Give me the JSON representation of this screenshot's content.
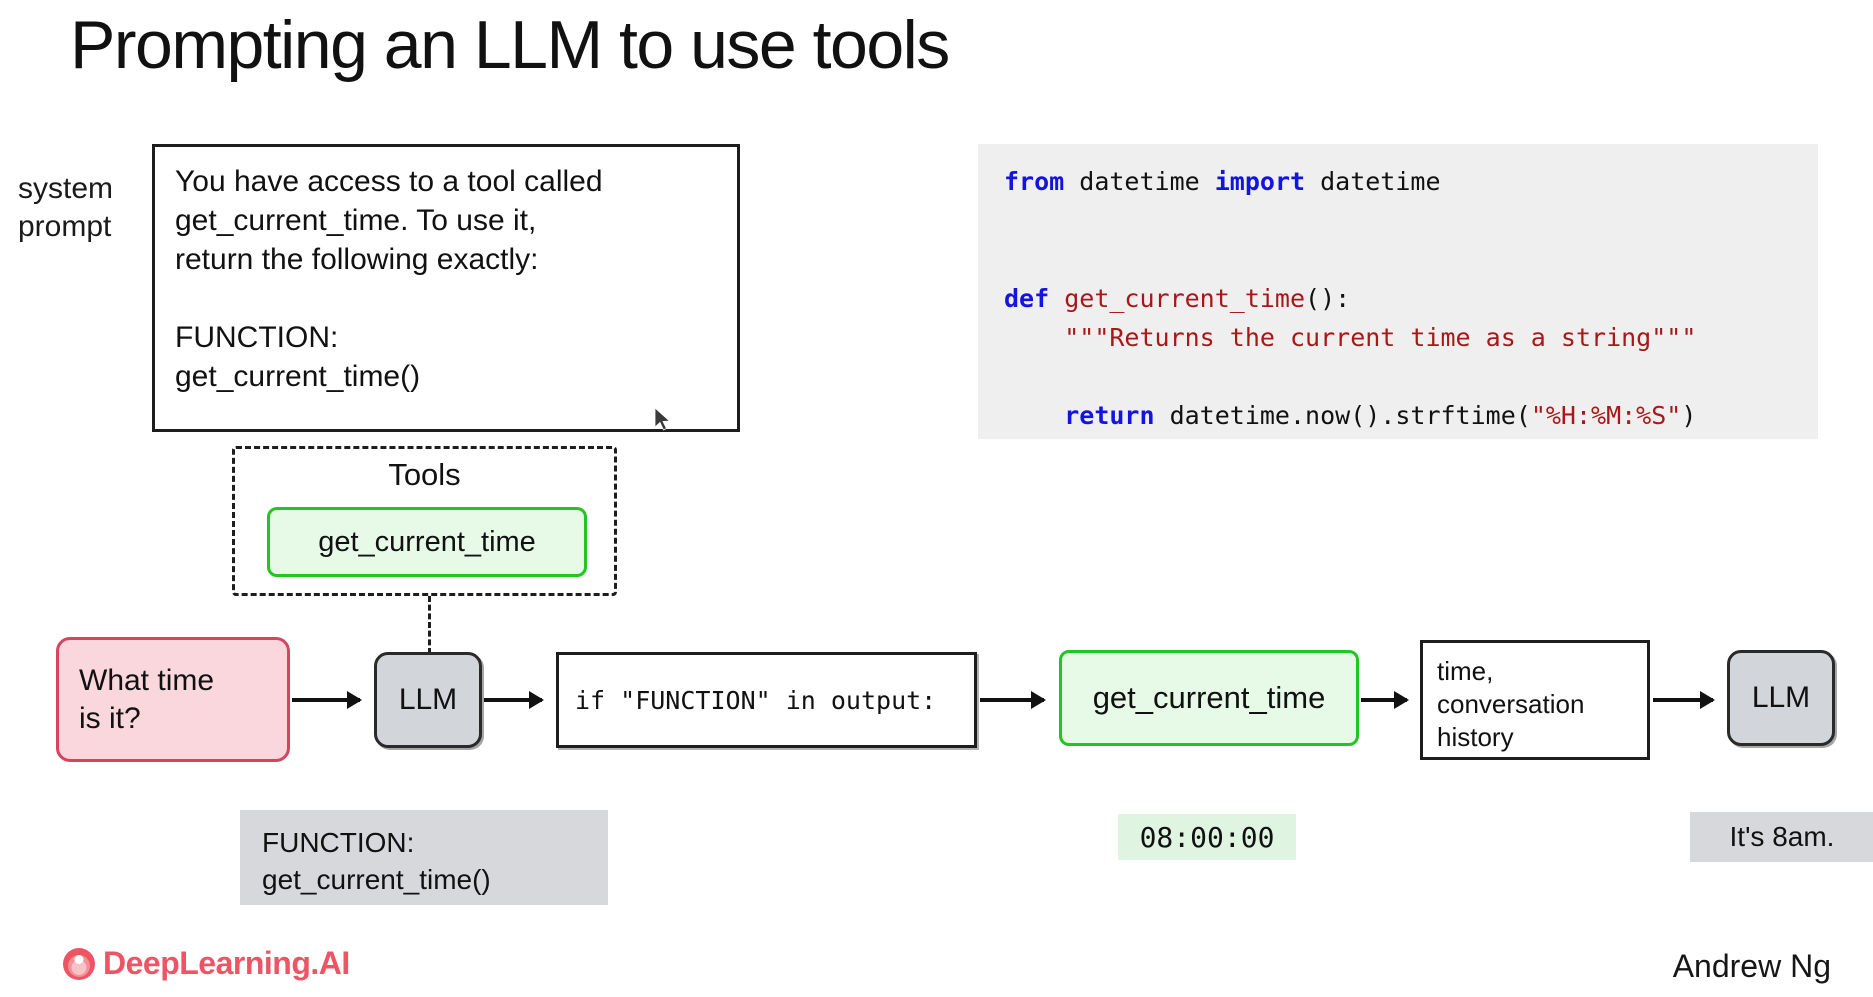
{
  "slide": {
    "title": "Prompting an LLM to use tools",
    "background_color": "#ffffff"
  },
  "system_prompt": {
    "label": "system\nprompt",
    "text": "You have access to a tool called\nget_current_time. To use it,\nreturn the following exactly:\n\nFUNCTION:\nget_current_time()"
  },
  "code_block": {
    "background_color": "#efefef",
    "lines": [
      {
        "tokens": [
          {
            "t": "from ",
            "c": "k"
          },
          {
            "t": "datetime ",
            "c": "plain"
          },
          {
            "t": "import ",
            "c": "k"
          },
          {
            "t": "datetime",
            "c": "plain"
          }
        ]
      },
      {
        "tokens": []
      },
      {
        "tokens": []
      },
      {
        "tokens": [
          {
            "t": "def ",
            "c": "k"
          },
          {
            "t": "get_current_time",
            "c": "fn"
          },
          {
            "t": "():",
            "c": "plain"
          }
        ]
      },
      {
        "tokens": [
          {
            "t": "    ",
            "c": "plain"
          },
          {
            "t": "\"\"\"Returns the current time as a string\"\"\"",
            "c": "s"
          }
        ]
      },
      {
        "tokens": []
      },
      {
        "tokens": [
          {
            "t": "    ",
            "c": "plain"
          },
          {
            "t": "return ",
            "c": "k"
          },
          {
            "t": "datetime.now().strftime(",
            "c": "plain"
          },
          {
            "t": "\"%H:%M:%S\"",
            "c": "s"
          },
          {
            "t": ")",
            "c": "plain"
          }
        ]
      }
    ]
  },
  "tools_panel": {
    "title": "Tools",
    "tool_chip_label": "get_current_time",
    "chip_fill": "#e7f9e7",
    "chip_border": "#22c522"
  },
  "flow": {
    "user_question": "What time\nis it?",
    "user_question_fill": "#f9d7dc",
    "user_question_border": "#d6455e",
    "llm_first_label": "LLM",
    "llm_second_label": "LLM",
    "llm_fill": "#d2d5d9",
    "condition_code": "if \"FUNCTION\" in output:",
    "tool_call_label": "get_current_time",
    "context_text": "time,\nconversation\nhistory"
  },
  "annotations": {
    "function_output": "FUNCTION:\nget_current_time()",
    "time_output": "08:00:00",
    "time_output_fill": "#dff5e1",
    "final_answer": "It's 8am.",
    "chip_fill": "#d6d8db"
  },
  "footer": {
    "brand": "DeepLearning.AI",
    "brand_color": "#ed5565",
    "author": "Andrew Ng"
  }
}
